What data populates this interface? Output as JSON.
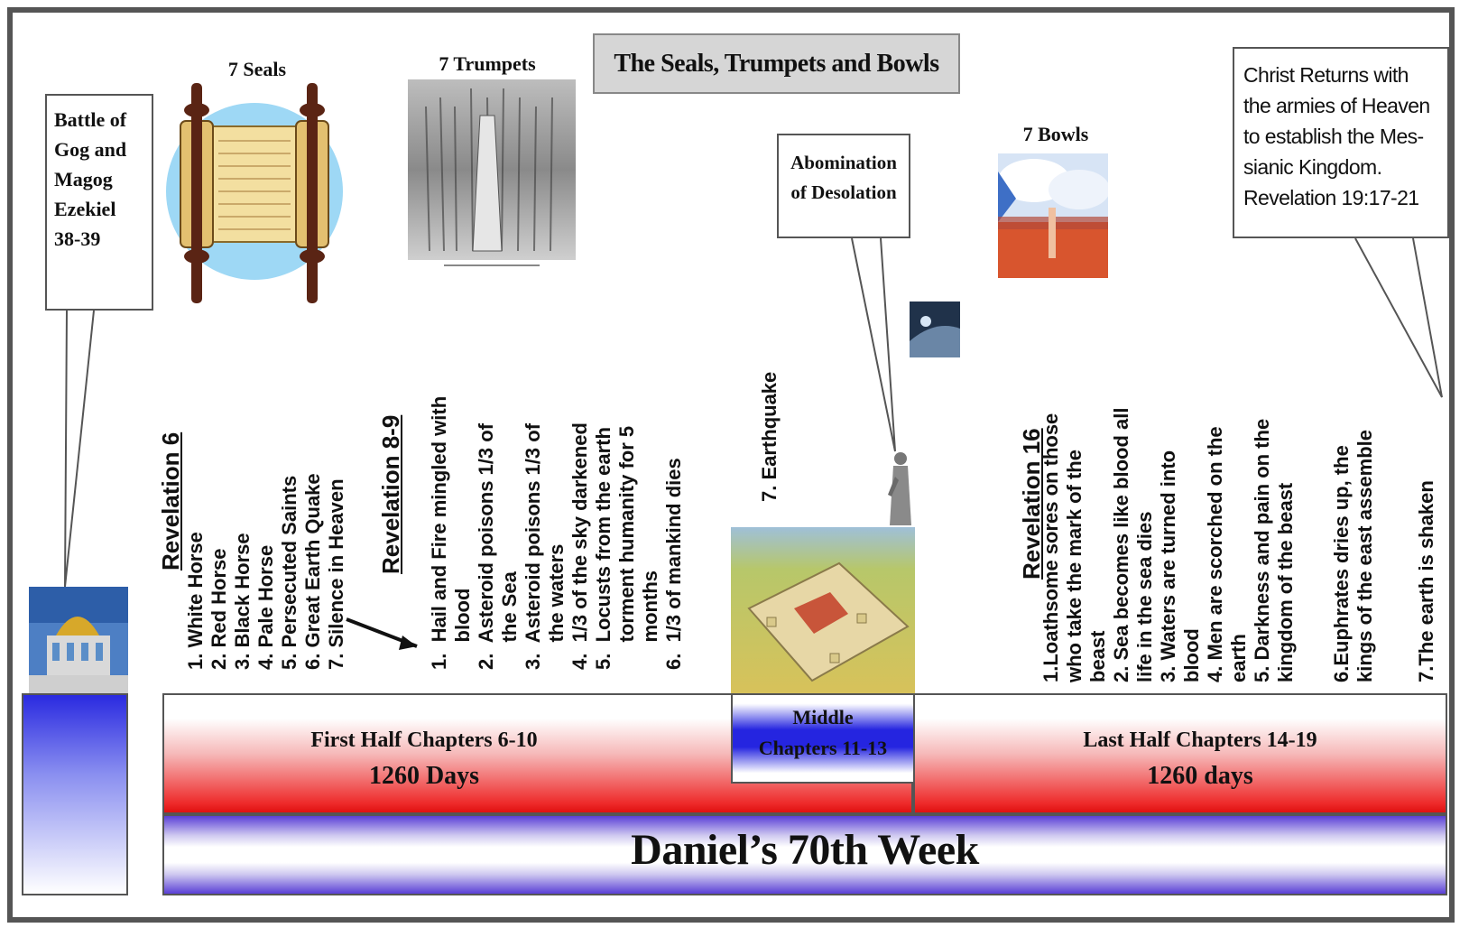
{
  "title": "The Seals, Trumpets and Bowls",
  "callouts": {
    "gog": [
      "Battle of",
      "Gog and",
      "Magog",
      "Ezekiel",
      "38-39"
    ],
    "abomination": [
      "Abomination",
      "of Desolation"
    ],
    "christ": [
      "Christ Returns with",
      "the armies of Heaven",
      "to establish the Mes-",
      "sianic Kingdom.",
      "Revelation 19:17-21"
    ]
  },
  "image_labels": {
    "seals": "7 Seals",
    "trumpets": "7 Trumpets",
    "bowls": "7 Bowls"
  },
  "seals": {
    "heading": "Revelation 6",
    "items": [
      "1. White Horse",
      "2. Red Horse",
      "3. Black Horse",
      "4. Pale Horse",
      "5. Persecuted Saints",
      "6. Great Earth Quake",
      "7.  Silence in Heaven"
    ]
  },
  "trumpets": {
    "heading": "Revelation 8-9",
    "items": [
      [
        "1.  Hail and Fire mingled with",
        "     blood"
      ],
      [
        "2.  Asteroid poisons 1/3 of",
        "     the Sea"
      ],
      [
        "3.  Asteroid poisons 1/3 of",
        "     the waters"
      ],
      [
        "4.  1/3 of the sky darkened",
        "5.  Locusts from the earth",
        "     torment humanity for 5",
        "     months"
      ],
      [
        "6.  1/3 of mankind dies"
      ]
    ],
    "seventh": "7. Earthquake"
  },
  "bowls": {
    "heading": "Revelation 16",
    "items": [
      [
        "1.Loathsome sores on those",
        "who take the mark of the",
        "beast"
      ],
      [
        "2. Sea becomes like blood all",
        "life in the sea dies"
      ],
      [
        "3. Waters are turned into",
        "blood"
      ],
      [
        "4. Men are scorched on the",
        "earth"
      ],
      [
        "5. Darkness and pain on the",
        "kingdom of the beast"
      ],
      [
        "6.Euphrates dries up, the",
        "kings of the east assemble"
      ],
      [
        "7.The earth is shaken"
      ]
    ]
  },
  "timeline": {
    "first_half": "First Half  Chapters 6-10",
    "first_days": "1260 Days",
    "middle": [
      "Middle",
      "Chapters 11-13"
    ],
    "last_half": "Last Half  Chapters 14-19",
    "last_days": "1260 days",
    "week": "Daniel’s 70th Week"
  }
}
